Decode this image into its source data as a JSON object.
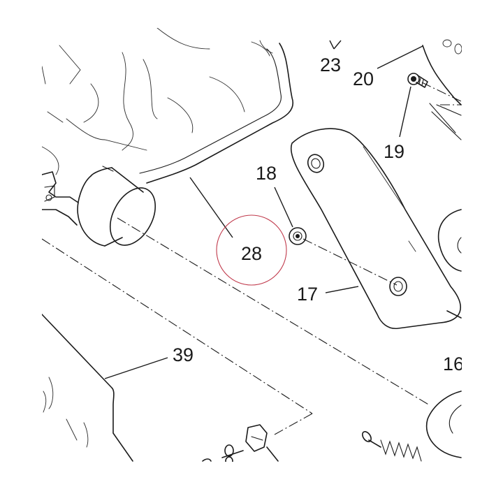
{
  "callouts": {
    "c16": "16",
    "c17": "17",
    "c18": "18",
    "c19": "19",
    "c20": "20",
    "c23": "23",
    "c28": "28",
    "c39": "39"
  },
  "highlight": {
    "target": "28",
    "color": "#c0394b"
  }
}
